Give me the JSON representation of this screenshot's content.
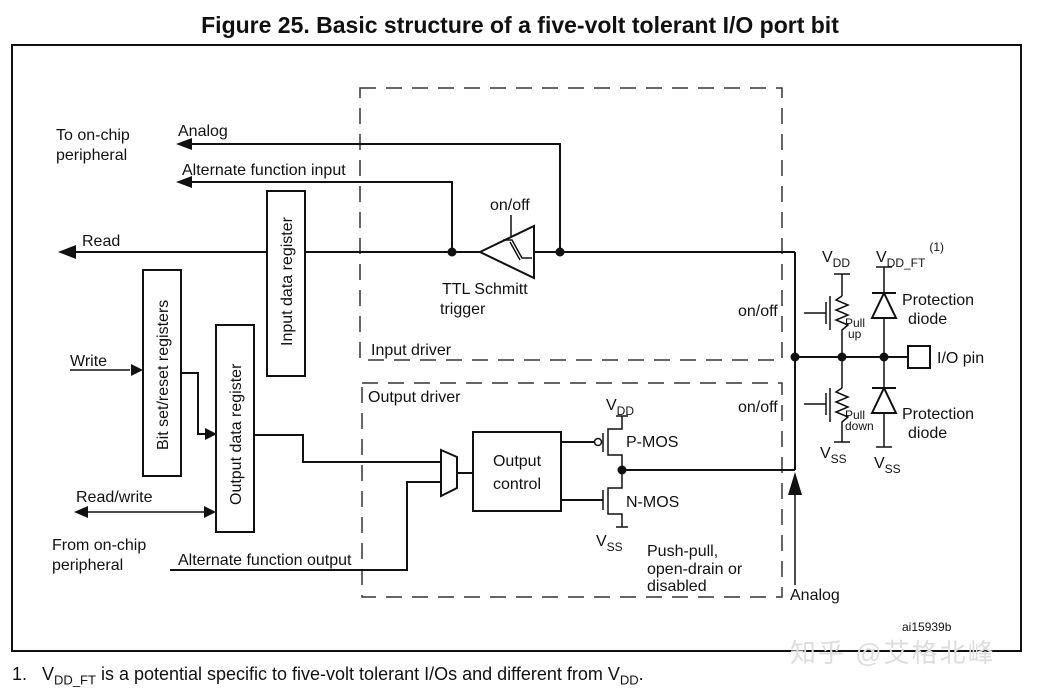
{
  "figure": {
    "title": "Figure 25. Basic structure of a five-volt tolerant I/O port bit",
    "ref_code": "ai15939b"
  },
  "labels": {
    "to_onchip_1": "To on-chip",
    "to_onchip_2": "peripheral",
    "analog_top": "Analog",
    "alt_func_input": "Alternate function input",
    "read": "Read",
    "input_data_register": "Input data register",
    "bit_set_reset": "Bit set/reset registers",
    "output_data_register": "Output data register",
    "write": "Write",
    "read_write": "Read/write",
    "from_onchip_1": "From on-chip",
    "from_onchip_2": "peripheral",
    "alt_func_output": "Alternate function output",
    "schmitt_onoff": "on/off",
    "schmitt_1": "TTL Schmitt",
    "schmitt_2": "trigger",
    "input_driver": "Input driver",
    "output_driver": "Output driver",
    "output_control_1": "Output",
    "output_control_2": "control",
    "vdd_main": "V",
    "vdd_sub": "DD",
    "vss_main": "V",
    "vss_sub": "SS",
    "pmos": "P-MOS",
    "nmos": "N-MOS",
    "mode_1": "Push-pull,",
    "mode_2": "open-drain or",
    "mode_3": "disabled",
    "analog_bottom": "Analog",
    "pull_onoff_up": "on/off",
    "pull_onoff_down": "on/off",
    "pull_up_1": "Pull",
    "pull_up_2": "up",
    "pull_down_1": "Pull",
    "pull_down_2": "down",
    "vdd_ft_sub": "DD_FT",
    "vdd_ft_note": "(1)",
    "protection_1": "Protection",
    "protection_2": "diode",
    "io_pin": "I/O pin"
  },
  "footnote": {
    "number": "1.",
    "v": "V",
    "sub_ddft": "DD_FT",
    "text": " is a potential specific to five-volt tolerant I/Os and different from V",
    "sub_dd": "DD",
    "end": "."
  },
  "watermark": "知乎 @艾格北峰"
}
